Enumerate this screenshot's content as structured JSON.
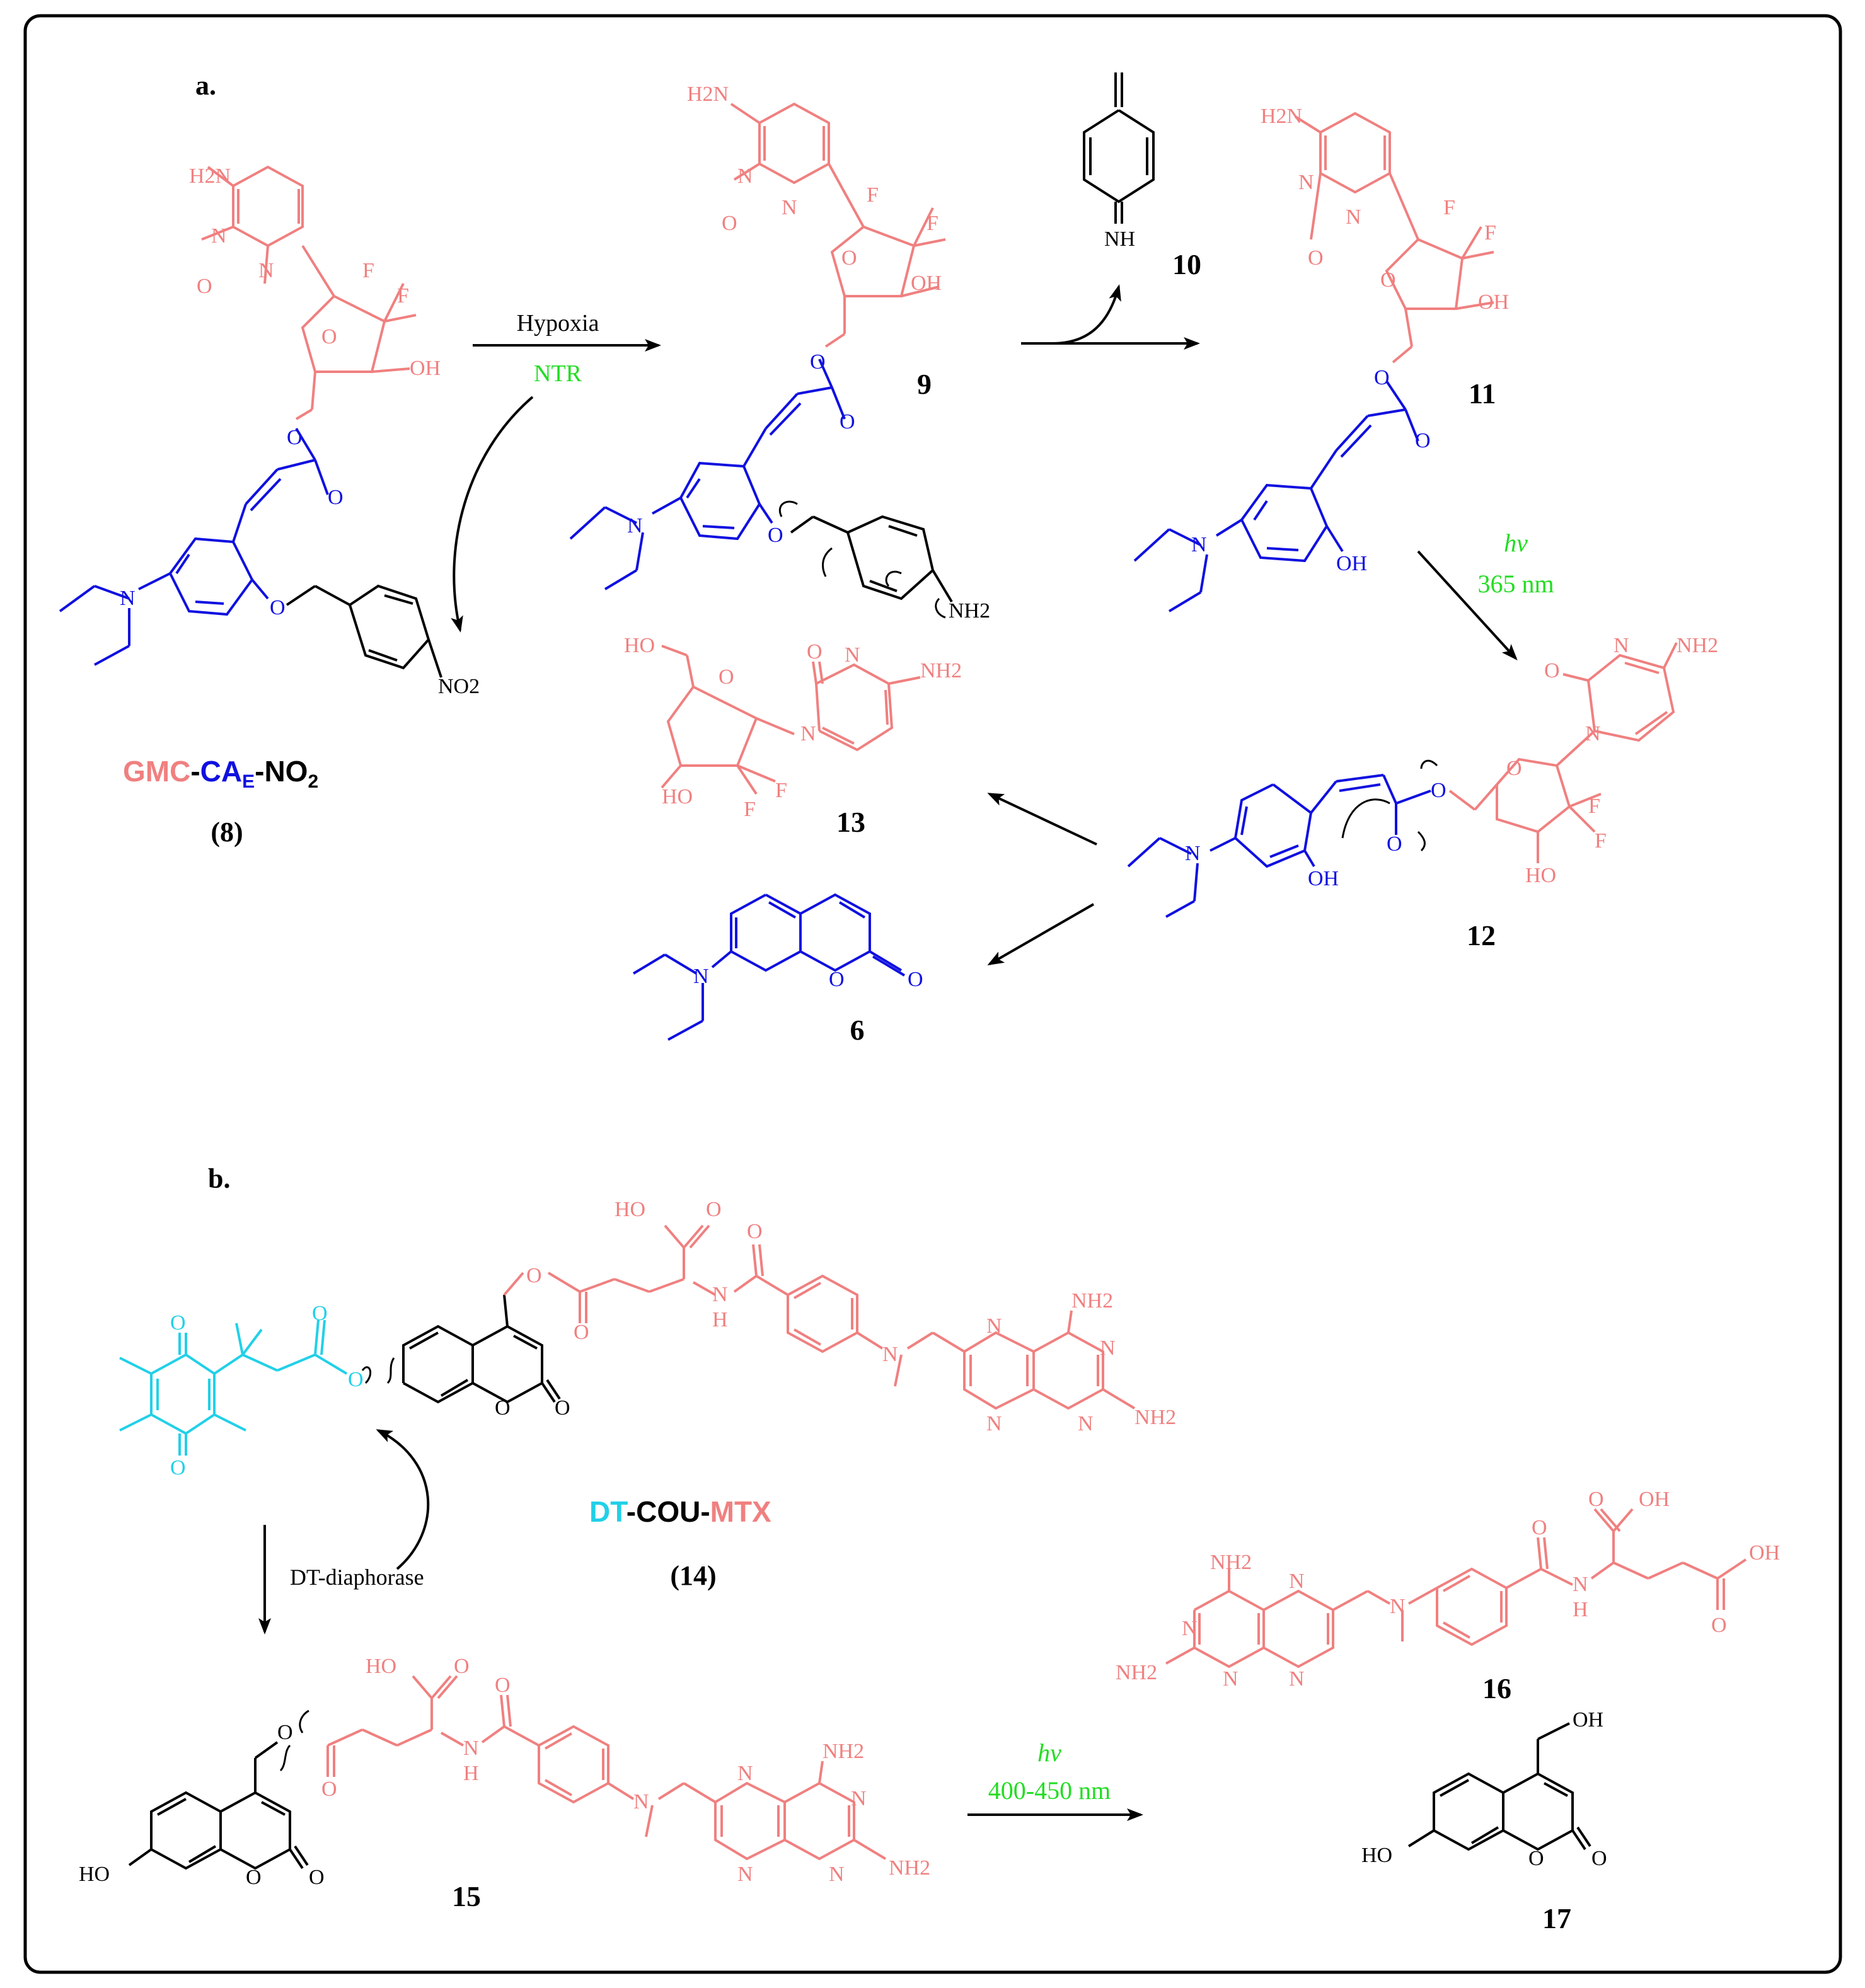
{
  "panel_a": {
    "letter": "a.",
    "compound_8": {
      "name_parts": [
        "GMC",
        "-",
        "CA",
        "E",
        "-NO",
        "2"
      ],
      "number": "(8)"
    },
    "reagent_top": "Hypoxia",
    "reagent_bottom": "NTR",
    "compound_9": "9",
    "compound_10": "10",
    "compound_11": "11",
    "compound_12": "12",
    "compound_13": "13",
    "compound_6": "6",
    "light_1": {
      "hv": "hv",
      "wavelength": "365 nm"
    },
    "atoms": {
      "h2n": "H2N",
      "nh2": "NH2",
      "n": "N",
      "o": "O",
      "f": "F",
      "oh": "OH",
      "ho": "HO",
      "no2": "NO2",
      "nh": "NH"
    }
  },
  "panel_b": {
    "letter": "b.",
    "compound_14": {
      "name_parts": [
        "DT",
        "-COU-",
        "MTX"
      ],
      "number": "(14)"
    },
    "enzyme": "DT-diaphorase",
    "compound_15": "15",
    "compound_16": "16",
    "compound_17": "17",
    "light_2": {
      "hv": "hv",
      "wavelength": "400-450 nm"
    },
    "atoms": {
      "hooc_oh": "HO",
      "h": "H",
      "nh2": "NH2",
      "n": "N",
      "o": "O",
      "oh": "OH"
    }
  },
  "colors": {
    "gemcitabine": "#f08080",
    "cinnamate": "#1010e0",
    "green_text": "#22dd22",
    "quinone": "#22d0e8",
    "black": "#000000"
  }
}
